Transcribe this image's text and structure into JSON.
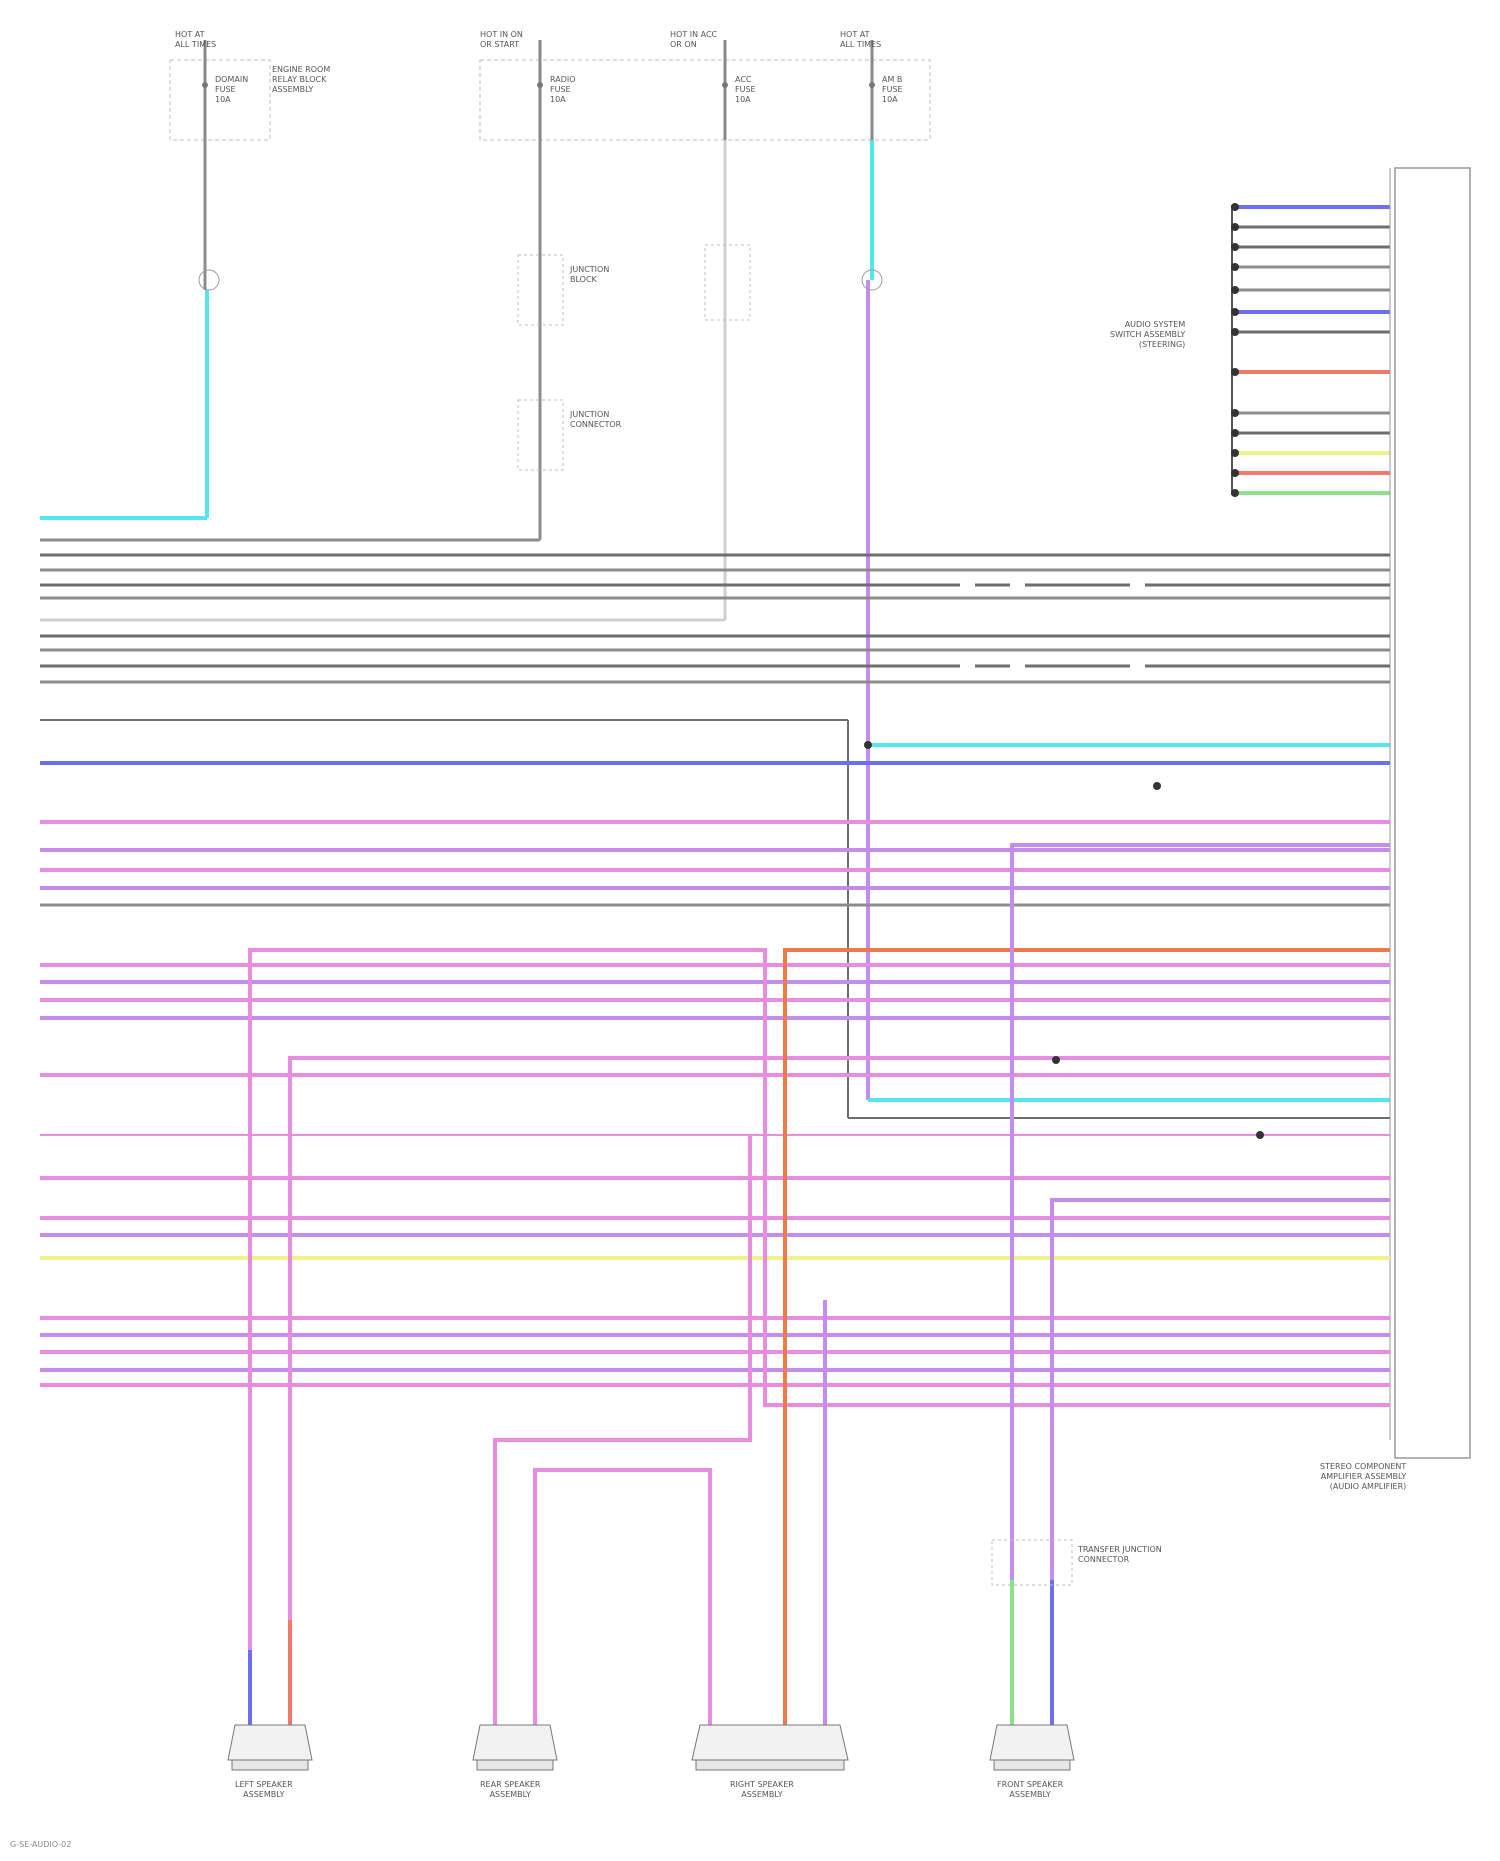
{
  "diagram": {
    "top_fuses": [
      {
        "header": "HOT AT\nALL TIMES",
        "body": "DOMAIN\nFUSE\n10A"
      },
      {
        "header": "HOT IN ON\nOR START",
        "body": "RADIO\nFUSE\n10A"
      },
      {
        "header": "HOT IN ACC\nOR ON",
        "body": "ACC\nFUSE\n10A"
      },
      {
        "header": "HOT AT\nALL TIMES",
        "body": "AM B\nFUSE\n10A"
      }
    ],
    "box_labels": [
      "ENGINE ROOM\nRELAY BLOCK\nASSEMBLY",
      "JUNCTION\nBLOCK",
      "JUNCTION\nCONNECTOR"
    ],
    "component_labels": [
      "AUDIO SYSTEM\nSWITCH ASSEMBLY\n(STEERING)",
      "STEREO COMPONENT\nAMPLIFIER ASSEMBLY\n(AUDIO AMPLIFIER)",
      "TRANSFER JUNCTION\nCONNECTOR"
    ],
    "speakers": [
      {
        "label": "LEFT SPEAKER\nASSEMBLY"
      },
      {
        "label": "REAR SPEAKER\nASSEMBLY"
      },
      {
        "label": "RIGHT SPEAKER\nASSEMBLY"
      },
      {
        "label": "FRONT SPEAKER\nASSEMBLY"
      }
    ],
    "wire_colors": {
      "gray": "#8c8c8c",
      "dark_gray": "#6e6e6e",
      "pink": "#e98be0",
      "violet": "#c58cf0",
      "cyan": "#53e6ee",
      "blue": "#6b6ff0",
      "red": "#f07a6a",
      "orange": "#ee7a4a",
      "yellow": "#f2f28a",
      "green": "#8fe08a",
      "light_gray": "#cfcfcf"
    },
    "footer": "G-SE-AUDIO-02"
  }
}
